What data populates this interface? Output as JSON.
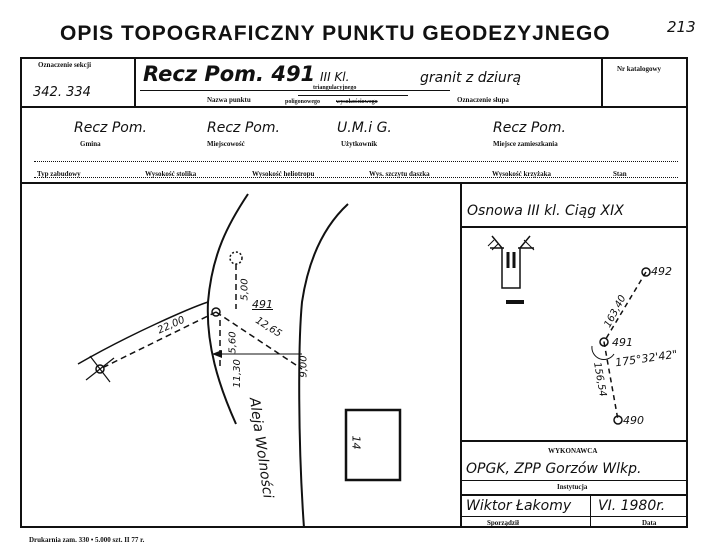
{
  "header": {
    "title": "OPIS TOPOGRAFICZNY PUNKTU GEODEZYJNEGO",
    "page_number": "213"
  },
  "row1": {
    "section_label": "Oznaczenie sekcji",
    "section_value": "342. 334",
    "point_name": "Recz Pom. 491",
    "point_class": "III Kl.",
    "post_value": "granit z dziurą",
    "point_name_label": "Nazwa punktu",
    "network_opt1": "triangulacyjnego",
    "network_opt2": "poligonowego",
    "network_opt3": "wysokościowego",
    "post_label": "Oznaczenie słupa",
    "catalog_label": "Nr katalogowy"
  },
  "row2": {
    "municipality_value": "Recz Pom.",
    "municipality_label": "Gmina",
    "locality_value": "Recz Pom.",
    "locality_label": "Miejscowość",
    "user_value": "U.M.i G.",
    "user_label": "Użytkownik",
    "residence_value": "Recz Pom.",
    "residence_label": "Miejsce zamieszkania"
  },
  "row3": {
    "col1": "Typ zabudowy",
    "col2": "Wysokość stolika",
    "col3": "Wysokość heliotropu",
    "col4": "Wys. szczytu daszka",
    "col5": "Wysokość krzyżaka",
    "col6": "Stan"
  },
  "map": {
    "d1": "22,00",
    "d2": "5,60",
    "d3": "11,30",
    "d4": "12,65",
    "d5": "9,00",
    "d6": "5,00",
    "point": "491",
    "street": "Aleja Wolności",
    "building": "14"
  },
  "network": {
    "heading": "Osnowa III kl. Ciąg XIX",
    "p_top": "492",
    "p_mid": "491",
    "p_bot": "490",
    "dist_top": "163,40",
    "dist_bot": "156,54",
    "angle": "175°32'42\""
  },
  "execution": {
    "heading": "WYKONAWCA",
    "institution_value": "OPGK, ZPP Gorzów Wlkp.",
    "institution_label": "Instytucja",
    "author_value": "Wiktor Łakomy",
    "date_value": "VI. 1980r.",
    "author_label": "Sporządził",
    "date_label": "Data"
  },
  "footer": {
    "print_note": "Drukarnia zam. 330 • 5.000 szt. II 77 r."
  }
}
